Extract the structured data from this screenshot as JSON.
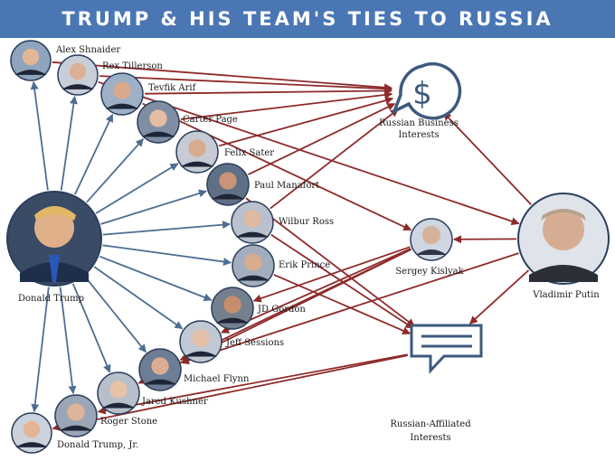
{
  "title": "TRUMP & HIS TEAM'S TIES TO RUSSIA",
  "colors": {
    "banner": "#4a76b4",
    "blue_arrow": "#4d6e92",
    "red_arrow": "#8e2a2a",
    "icon": "#3d5a7e"
  },
  "icons": [
    "dollar-speech-bubble-icon",
    "text-speech-bubble-icon"
  ],
  "hubs": {
    "trump": "Donald Trump",
    "putin": "Vladimir Putin",
    "business": "Russian Business Interests",
    "business_lines": [
      "Russian Business",
      "Interests"
    ],
    "affiliated": "Russian-Affiliated Interests",
    "affiliated_lines": [
      "Russian-Affiliated",
      "Interests"
    ]
  },
  "people": [
    {
      "id": "p1",
      "name": "Alex Shnaider"
    },
    {
      "id": "p2",
      "name": "Rex Tillerson"
    },
    {
      "id": "p3",
      "name": "Tevfik Arif"
    },
    {
      "id": "p4",
      "name": "Carter Page"
    },
    {
      "id": "p5",
      "name": "Felix Sater"
    },
    {
      "id": "p6",
      "name": "Paul Manafort"
    },
    {
      "id": "p7",
      "name": "Wilbur Ross"
    },
    {
      "id": "p8",
      "name": "Erik Prince"
    },
    {
      "id": "p9",
      "name": "JD Gordon"
    },
    {
      "id": "p10",
      "name": "Jeff Sessions"
    },
    {
      "id": "p11",
      "name": "Michael Flynn"
    },
    {
      "id": "p12",
      "name": "Jared Kushner"
    },
    {
      "id": "p13",
      "name": "Roger Stone"
    },
    {
      "id": "p14",
      "name": "Donald Trump, Jr."
    },
    {
      "id": "kislyak",
      "name": "Sergey Kislyak"
    }
  ],
  "links_trump": [
    "p1",
    "p2",
    "p3",
    "p4",
    "p5",
    "p6",
    "p7",
    "p8",
    "p9",
    "p10",
    "p11",
    "p12",
    "p13",
    "p14"
  ],
  "links_russia": [
    [
      "p1",
      "business"
    ],
    [
      "p2",
      "business"
    ],
    [
      "p3",
      "business"
    ],
    [
      "p4",
      "business"
    ],
    [
      "p5",
      "business"
    ],
    [
      "p6",
      "business"
    ],
    [
      "p2",
      "putin"
    ],
    [
      "p3",
      "kislyak"
    ],
    [
      "putin",
      "kislyak"
    ],
    [
      "putin",
      "business"
    ],
    [
      "putin",
      "affiliated"
    ],
    [
      "p6",
      "affiliated"
    ],
    [
      "p7",
      "affiliated"
    ],
    [
      "p7",
      "business"
    ],
    [
      "p8",
      "affiliated"
    ],
    [
      "kislyak",
      "p9"
    ],
    [
      "kislyak",
      "p10"
    ],
    [
      "kislyak",
      "p11"
    ],
    [
      "kislyak",
      "p12"
    ],
    [
      "putin",
      "p11"
    ],
    [
      "affiliated",
      "p13"
    ],
    [
      "affiliated",
      "p14"
    ]
  ]
}
